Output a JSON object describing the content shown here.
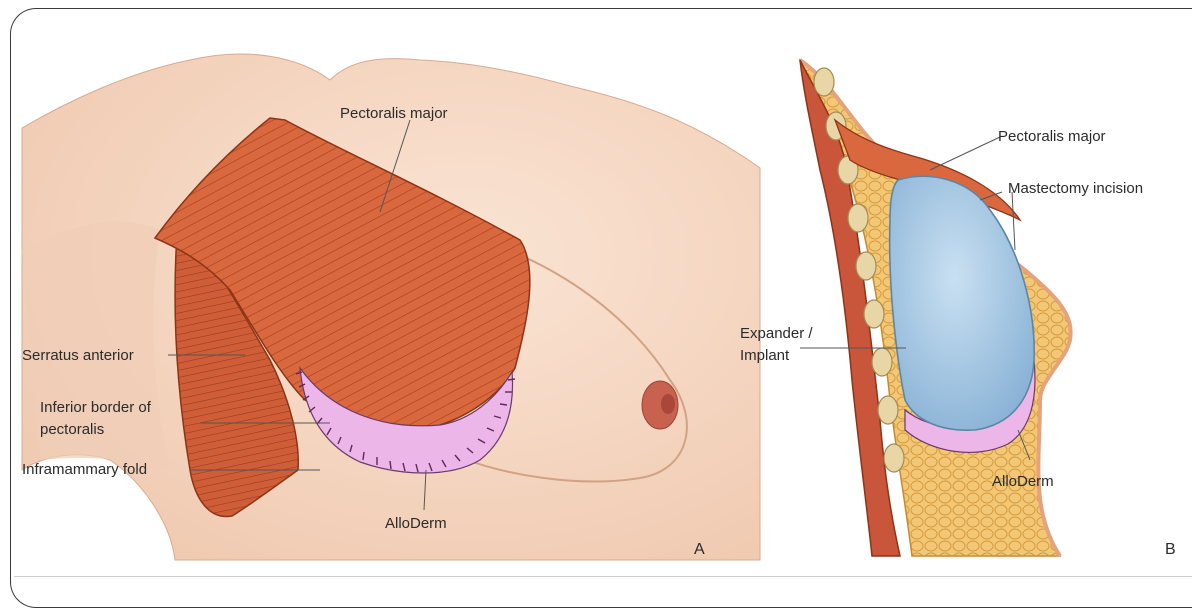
{
  "panel_a": {
    "labels": {
      "pectoralis_major": "Pectoralis major",
      "serratus_anterior": "Serratus anterior",
      "inferior_border_line1": "Inferior border of",
      "inferior_border_line2": "pectoralis",
      "inframammary_fold": "Inframammary fold",
      "alloderm": "AlloDerm"
    },
    "panel_letter": "A"
  },
  "panel_b": {
    "labels": {
      "pectoralis_major": "Pectoralis major",
      "mastectomy_incision": "Mastectomy incision",
      "expander_line1": "Expander /",
      "expander_line2": "Implant",
      "alloderm": "AlloDerm"
    },
    "panel_letter": "B"
  },
  "colors": {
    "skin": "#f6d9c5",
    "skin_shadow": "#e9bfa4",
    "muscle": "#d9683f",
    "muscle_line": "#a8401f",
    "alloderm": "#ecb6e8",
    "alloderm_edge": "#6a3a6a",
    "implant": "#a9cbe6",
    "implant_edge": "#5d86a6",
    "fat": "#f2c876",
    "bone": "#e8d6a6",
    "nipple": "#c8614e"
  }
}
